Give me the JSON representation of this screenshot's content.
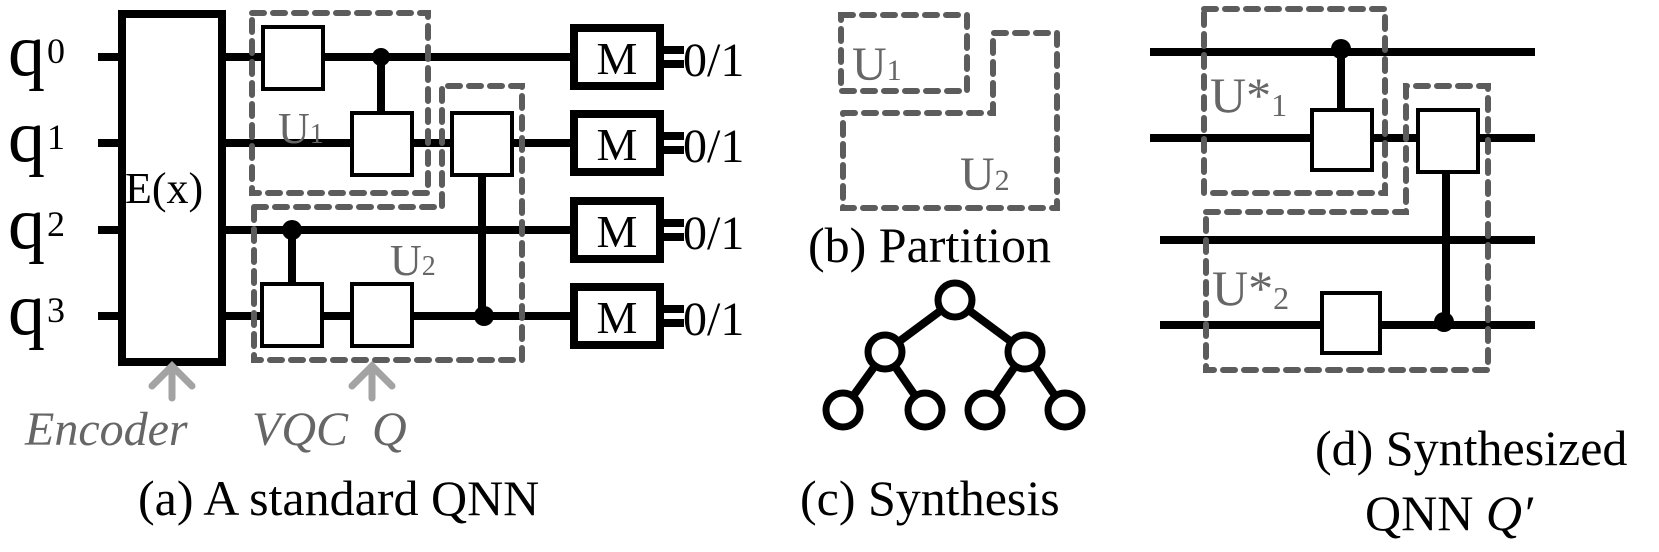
{
  "colors": {
    "wire": "#000000",
    "partition_dash": "#5c5c5c",
    "annotation_text": "#666666",
    "arrow": "#a3a3a3"
  },
  "panel_a": {
    "qubits": [
      {
        "base": "q",
        "sub": "0"
      },
      {
        "base": "q",
        "sub": "1"
      },
      {
        "base": "q",
        "sub": "2"
      },
      {
        "base": "q",
        "sub": "3"
      }
    ],
    "encoder_label": "E(x)",
    "u1": {
      "base": "U",
      "sub": "1"
    },
    "u2": {
      "base": "U",
      "sub": "2"
    },
    "measure_label": "M",
    "outputs": [
      "0/1",
      "0/1",
      "0/1",
      "0/1"
    ],
    "encoder_caption": "Encoder",
    "vqc_caption": "VQC  Q",
    "caption": "(a) A standard QNN"
  },
  "panel_b": {
    "u1": {
      "base": "U",
      "sub": "1"
    },
    "u2": {
      "base": "U",
      "sub": "2"
    },
    "caption": "(b) Partition"
  },
  "panel_c": {
    "caption": "(c) Synthesis"
  },
  "panel_d": {
    "u1": {
      "base": "U*",
      "sub": "1"
    },
    "u2": {
      "base": "U*",
      "sub": "2"
    },
    "caption_line1": "(d) Synthesized",
    "caption_line2_prefix": "QNN ",
    "caption_line2_symbol": "Q′"
  }
}
